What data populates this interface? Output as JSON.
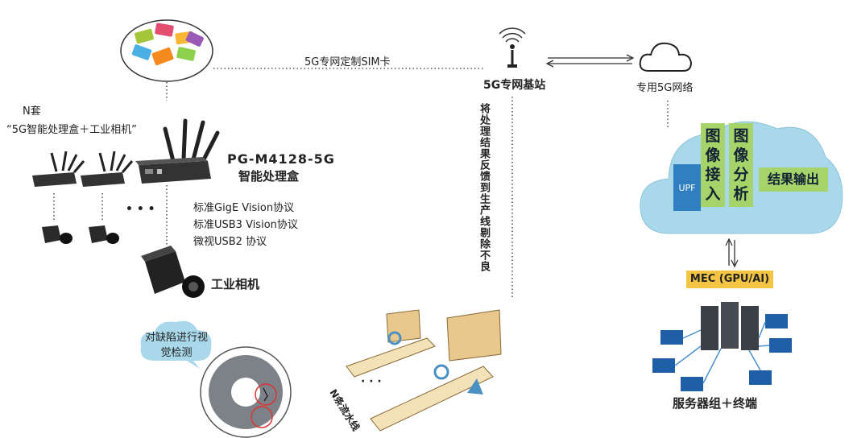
{
  "sim": {
    "label": "5G专网定制SIM卡"
  },
  "base_station": {
    "label": "5G专网基站"
  },
  "network": {
    "label": "专用5G网络"
  },
  "kit": {
    "count_label": "N套",
    "desc": "“5G智能处理盒＋工业相机”"
  },
  "box": {
    "model": "PG-M4128-5G",
    "name": "智能处理盒"
  },
  "protocols": [
    "标准GigE Vision协议",
    "标准USB3 Vision协议",
    "微视USB2 协议"
  ],
  "ellipsis": "• • •",
  "camera": {
    "label": "工业相机"
  },
  "feedback": {
    "label": "将处理结果反馈到生产线剔除不良"
  },
  "cloud": {
    "upf": "UPF",
    "box1": "图像接入",
    "box2": "图像分析",
    "box3": "结果输出"
  },
  "mec": {
    "label": "MEC (GPU/AI)"
  },
  "servers": {
    "label": "服务器组＋终端"
  },
  "inspect": {
    "label": "对缺陷进行视觉检测"
  },
  "line": {
    "label": "N条流水线",
    "dots": "·  ·  ·"
  },
  "colors": {
    "cloud": "#a8d8ea",
    "green": "#a6d36a",
    "upf": "#2f7fc1",
    "mec": "#f4c542"
  }
}
